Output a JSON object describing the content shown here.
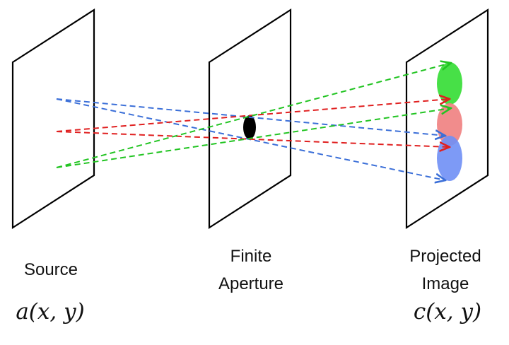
{
  "labels": {
    "source": "Source",
    "aperture_line1": "Finite",
    "aperture_line2": "Aperture",
    "image_line1": "Projected",
    "image_line2": "Image",
    "source_fn": "a(x, y)",
    "image_fn": "c(x, y)"
  },
  "colors": {
    "ray_blue": "#3b6fd8",
    "ray_red": "#e02020",
    "ray_green": "#22c422",
    "spot_green": "#33dd33",
    "spot_red": "#f08080",
    "spot_blue": "#6f8ff5",
    "aperture": "#000000",
    "panel": "#000000"
  }
}
